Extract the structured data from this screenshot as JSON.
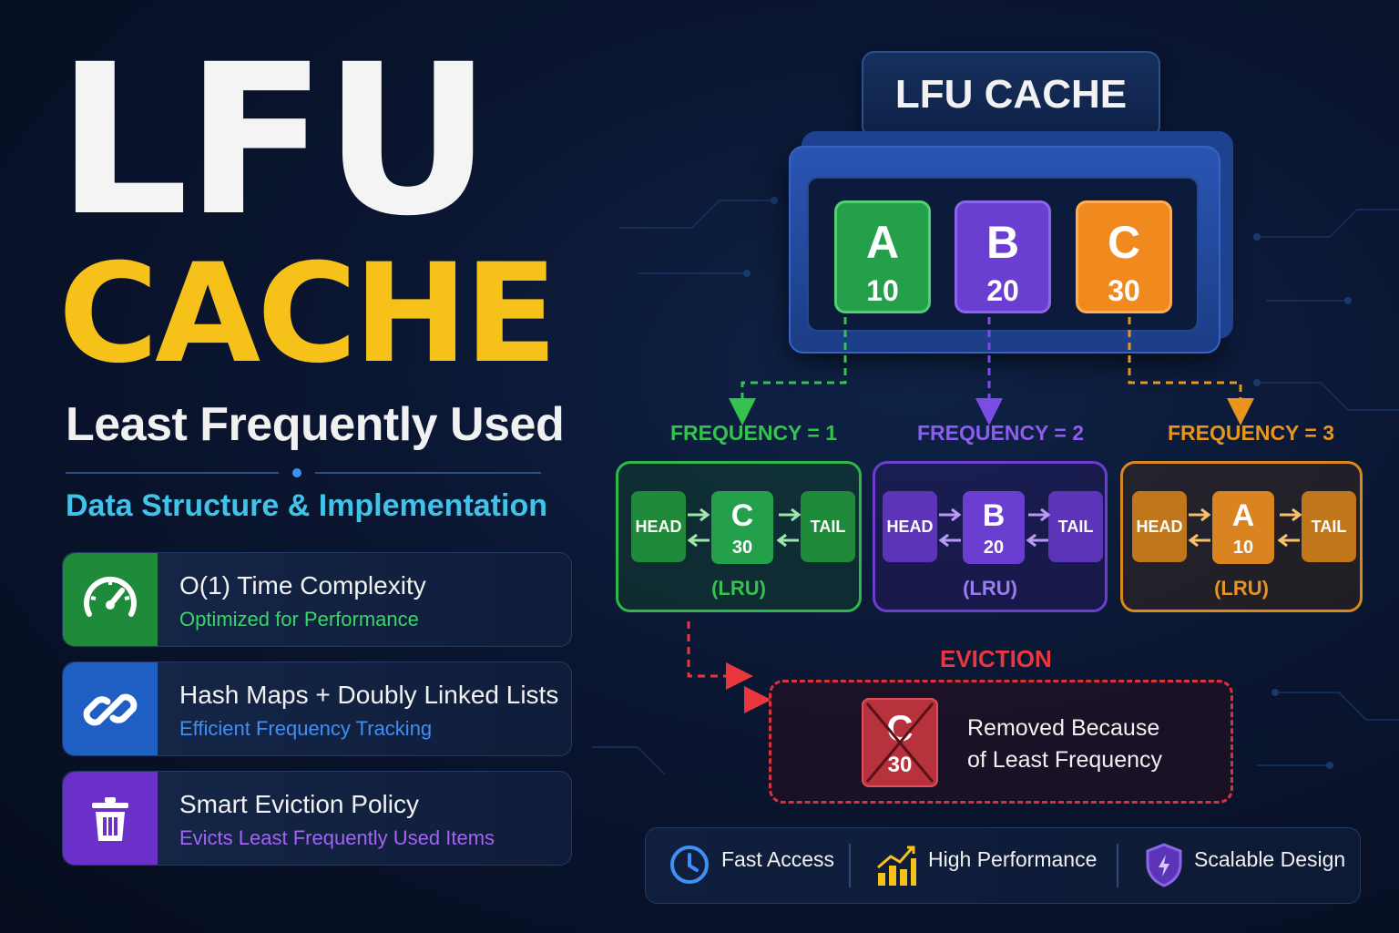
{
  "hero": {
    "title_line1": "LFU",
    "title_line2": "CACHE",
    "subtitle": "Least Frequently Used",
    "section": "Data Structure & Implementation"
  },
  "features": [
    {
      "title": "O(1) Time Complexity",
      "subtitle": "Optimized for Performance",
      "icon": "speedometer-icon",
      "color": "#1f8a3a",
      "subcolor": "#3cd36b"
    },
    {
      "title": "Hash Maps + Doubly Linked Lists",
      "subtitle": "Efficient Frequency Tracking",
      "icon": "link-icon",
      "color": "#1f5fc4",
      "subcolor": "#3f8ff5"
    },
    {
      "title": "Smart Eviction Policy",
      "subtitle": "Evicts Least Frequently Used Items",
      "icon": "trash-icon",
      "color": "#6a30c9",
      "subcolor": "#a463f5"
    }
  ],
  "cache": {
    "label": "LFU CACHE",
    "items": [
      {
        "key": "A",
        "value": "10",
        "color": "#25a04a"
      },
      {
        "key": "B",
        "value": "20",
        "color": "#6a3ed0"
      },
      {
        "key": "C",
        "value": "30",
        "color": "#f08a1f"
      }
    ]
  },
  "frequencies": [
    {
      "label": "FREQUENCY = 1",
      "head": "HEAD",
      "tail": "TAIL",
      "key": "C",
      "value": "30",
      "note": "(LRU)",
      "color": "#35c24f"
    },
    {
      "label": "FREQUENCY = 2",
      "head": "HEAD",
      "tail": "TAIL",
      "key": "B",
      "value": "20",
      "note": "(LRU)",
      "color": "#7d4be6"
    },
    {
      "label": "FREQUENCY = 3",
      "head": "HEAD",
      "tail": "TAIL",
      "key": "A",
      "value": "10",
      "note": "(LRU)",
      "color": "#e8951f"
    }
  ],
  "eviction": {
    "label": "EVICTION",
    "key": "C",
    "value": "30",
    "line1": "Removed Because",
    "line2": "of Least Frequency",
    "color": "#e8373f"
  },
  "footer": [
    {
      "label": "Fast Access",
      "icon": "clock-icon"
    },
    {
      "label": "High Performance",
      "icon": "bar-chart-icon"
    },
    {
      "label": "Scalable Design",
      "icon": "shield-icon"
    }
  ]
}
